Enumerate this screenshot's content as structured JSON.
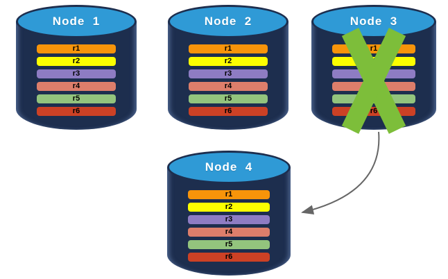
{
  "nodes": [
    {
      "label": "Node  1",
      "failed": false,
      "replicas": [
        "r1",
        "r2",
        "r3",
        "r4",
        "r5",
        "r6"
      ]
    },
    {
      "label": "Node  2",
      "failed": false,
      "replicas": [
        "r1",
        "r2",
        "r3",
        "r4",
        "r5",
        "r6"
      ]
    },
    {
      "label": "Node  3",
      "failed": true,
      "replicas": [
        "r1",
        "r2",
        "r3",
        "r4",
        "r5",
        "r6"
      ]
    },
    {
      "label": "Node  4",
      "failed": false,
      "replicas": [
        "r1",
        "r2",
        "r3",
        "r4",
        "r5",
        "r6"
      ]
    }
  ],
  "replicas": [
    {
      "id": "r1",
      "color": "#F7940A"
    },
    {
      "id": "r2",
      "color": "#FCFF00"
    },
    {
      "id": "r3",
      "color": "#8E7CC3"
    },
    {
      "id": "r4",
      "color": "#DD7E6B"
    },
    {
      "id": "r5",
      "color": "#93C47D"
    },
    {
      "id": "r6",
      "color": "#CC4125"
    }
  ],
  "failover_arrow": {
    "from": "Node  3",
    "to": "Node  4"
  },
  "colors": {
    "background": "#FFFFFF",
    "cylinder_body": "#1D2E4E",
    "cylinder_top": "#2F9AD6",
    "label_text": "#FFFFFF",
    "replica_text": "#000000",
    "failure_x": "#7DBE3A",
    "arrow": "#666666"
  }
}
